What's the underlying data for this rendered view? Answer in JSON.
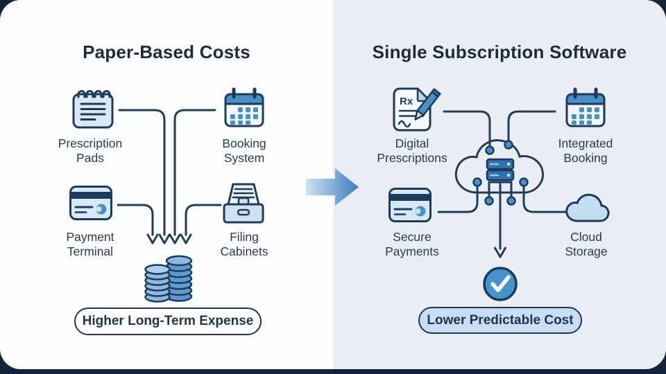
{
  "colors": {
    "background_navy": "#16233c",
    "left_panel_bg": "#fcfdfe",
    "right_panel_bg": "#e9eef5",
    "outline_navy": "#1f3a58",
    "accent_blue": "#4a90c8",
    "accent_blue_dark": "#2f6fb3",
    "icon_fill_light": "#d9e8f7",
    "check_circle_fill": "#4694cc",
    "right_pill_fill": "#c9def2",
    "coin_light": "#8fb9e0",
    "coin_medium": "#5e9ad2"
  },
  "left_panel": {
    "title": "Paper-Based Costs",
    "items": [
      {
        "label": "Prescription\nPads",
        "icon": "prescription-pad-icon"
      },
      {
        "label": "Booking\nSystem",
        "icon": "booking-calendar-icon"
      },
      {
        "label": "Payment\nTerminal",
        "icon": "payment-card-icon"
      },
      {
        "label": "Filing\nCabinets",
        "icon": "filing-cabinet-icon"
      }
    ],
    "outcome_label": "Higher Long-Term Expense"
  },
  "right_panel": {
    "title": "Single Subscription Software",
    "items": [
      {
        "label": "Digital\nPrescriptions",
        "icon": "digital-prescription-icon"
      },
      {
        "label": "Integrated\nBooking",
        "icon": "integrated-booking-icon"
      },
      {
        "label": "Secure\nPayments",
        "icon": "secure-payment-icon"
      },
      {
        "label": "Cloud\nStorage",
        "icon": "cloud-storage-icon"
      }
    ],
    "rx_glyph": "Rx",
    "outcome_label": "Lower Predictable Cost"
  }
}
